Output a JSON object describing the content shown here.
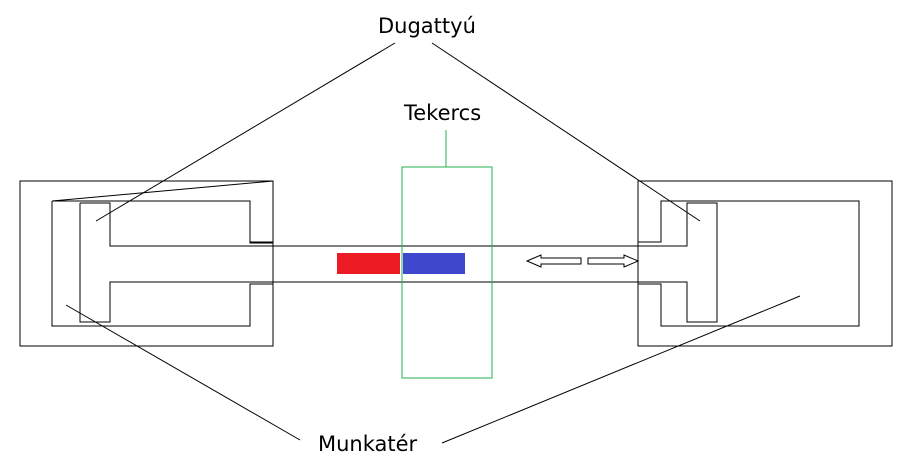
{
  "labels": {
    "piston": "Dugattyú",
    "coil": "Tekercs",
    "chamber": "Munkatér"
  },
  "colors": {
    "magnet_north": "#ed1c24",
    "magnet_south": "#3f48cc",
    "coil": "#22b14c",
    "line": "#000000"
  },
  "icons": {
    "motion_arrow": "double-arrow-left-right"
  }
}
